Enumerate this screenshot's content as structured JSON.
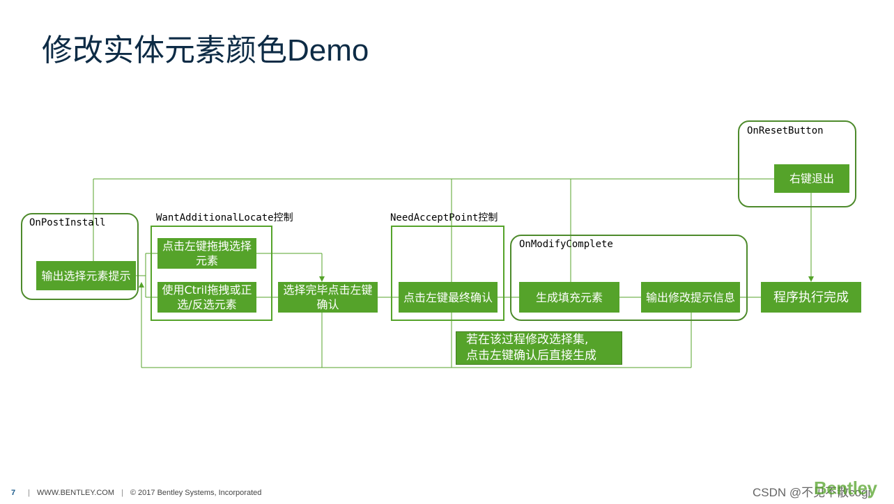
{
  "title": "修改实体元素颜色Demo",
  "groups": {
    "on_post_install": "OnPostInstall",
    "want_additional_locate": "WantAdditionalLocate控制",
    "need_accept_point": "NeedAcceptPoint控制",
    "on_modify_complete": "OnModifyComplete",
    "on_reset_button": "OnResetButton"
  },
  "steps": {
    "output_prompt": "输出选择元素提示",
    "drag_select": "点击左键拖拽选择\n元素",
    "ctrl_drag": "使用Ctril拖拽或正\n选/反选元素",
    "confirm_selection": "选择完毕点击左键\n确认",
    "final_confirm": "点击左键最终确认",
    "generate_fill": "生成填充元素",
    "output_modify": "输出修改提示信息",
    "finish": "程序执行完成",
    "right_exit": "右键退出"
  },
  "note": "若在该过程修改选择集,\n点击左键确认后直接生成",
  "footer": {
    "page": "7",
    "site": "WWW.BENTLEY.COM",
    "copyright": "©  2017 Bentley Systems, Incorporated"
  },
  "watermark": "CSDN @不见不散cogi",
  "brand": "Bentley",
  "colors": {
    "box": "#55a32a",
    "line": "#55a32a",
    "title": "#0d2b45"
  }
}
